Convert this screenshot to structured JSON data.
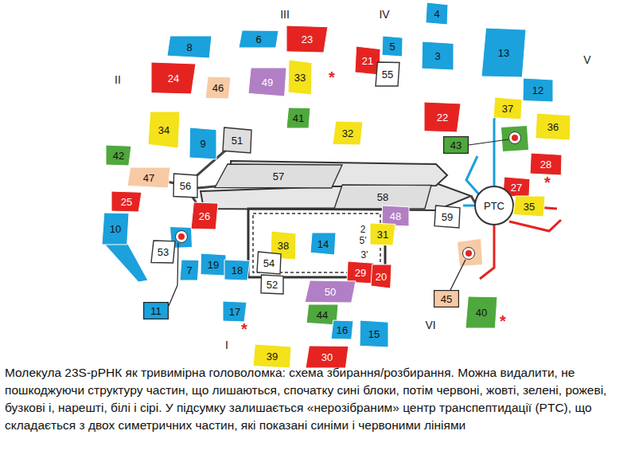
{
  "diagram": {
    "caption": "Молекула 23S-рРНК як тривимірна головоломка: схема збирання/розбирання. Можна видалити, не пошкоджуючи структуру частин, що лишаються, спочатку сині блоки, потім червоні, жовті, зелені, рожеві, бузкові і, нарешті, білі і сірі. У підсумку залишається «нерозібраним» центр транспептидації (PTC), що складається з двох симетричних частин, які показані синіми і червоними лініями",
    "nodes": [
      {
        "text": [
          "4"
        ]
      },
      {
        "text": [
          "6"
        ]
      },
      {
        "text": [
          "23"
        ]
      },
      {
        "text": [
          "5"
        ]
      },
      {
        "text": [
          "8"
        ]
      },
      {
        "text": [
          "13"
        ]
      },
      {
        "text": [
          "3"
        ]
      },
      {
        "text": [
          "21"
        ]
      },
      {
        "text": [
          "55"
        ]
      },
      {
        "text": [
          "24"
        ]
      },
      {
        "text": [
          "33"
        ]
      },
      {
        "text": [
          "49"
        ]
      },
      {
        "text": [
          "46"
        ]
      },
      {
        "text": [
          "12"
        ]
      },
      {
        "text": [
          "37"
        ]
      },
      {
        "text": [
          "41"
        ]
      },
      {
        "text": [
          "22"
        ]
      },
      {
        "text": [
          "36"
        ]
      },
      {
        "text": [
          "34"
        ]
      },
      {
        "text": [
          "32"
        ]
      },
      {
        "text": [
          "9"
        ]
      },
      {
        "text": [
          "51"
        ]
      },
      {
        "text": [
          "43"
        ]
      },
      {
        "text": [
          "42"
        ]
      },
      {
        "text": [
          "28"
        ]
      },
      {
        "text": [
          "47"
        ]
      },
      {
        "text": [
          "57"
        ]
      },
      {
        "text": [
          "56"
        ]
      },
      {
        "text": [
          "27"
        ]
      },
      {
        "text": [
          "58"
        ]
      },
      {
        "text": [
          "25"
        ]
      },
      {
        "text": [
          "PTC"
        ]
      },
      {
        "text": [
          "35"
        ]
      },
      {
        "text": [
          "26"
        ]
      },
      {
        "text": [
          "48"
        ]
      },
      {
        "text": [
          "59"
        ]
      },
      {
        "text": [
          "10"
        ]
      },
      {
        "text": [
          "31"
        ]
      },
      {
        "text": [
          "38"
        ]
      },
      {
        "text": [
          "14"
        ]
      },
      {
        "text": [
          "53"
        ]
      },
      {
        "text": [
          "19"
        ]
      },
      {
        "text": [
          "54"
        ]
      },
      {
        "text": [
          "7"
        ]
      },
      {
        "text": [
          "18"
        ]
      },
      {
        "text": [
          "29"
        ]
      },
      {
        "text": [
          "20"
        ]
      },
      {
        "text": [
          "50"
        ]
      },
      {
        "text": [
          "52"
        ]
      },
      {
        "text": [
          "45"
        ]
      },
      {
        "text": [
          "40"
        ]
      },
      {
        "text": [
          "17"
        ]
      },
      {
        "text": [
          "11"
        ]
      },
      {
        "text": [
          "44"
        ]
      },
      {
        "text": [
          "16"
        ]
      },
      {
        "text": [
          "15"
        ]
      },
      {
        "text": [
          "39"
        ]
      },
      {
        "text": [
          "30"
        ]
      }
    ],
    "labels": [
      "III",
      "IV",
      "V",
      "*",
      "II",
      "*",
      "2",
      "5'",
      "3'",
      "*",
      "VI",
      "*",
      "I"
    ]
  }
}
